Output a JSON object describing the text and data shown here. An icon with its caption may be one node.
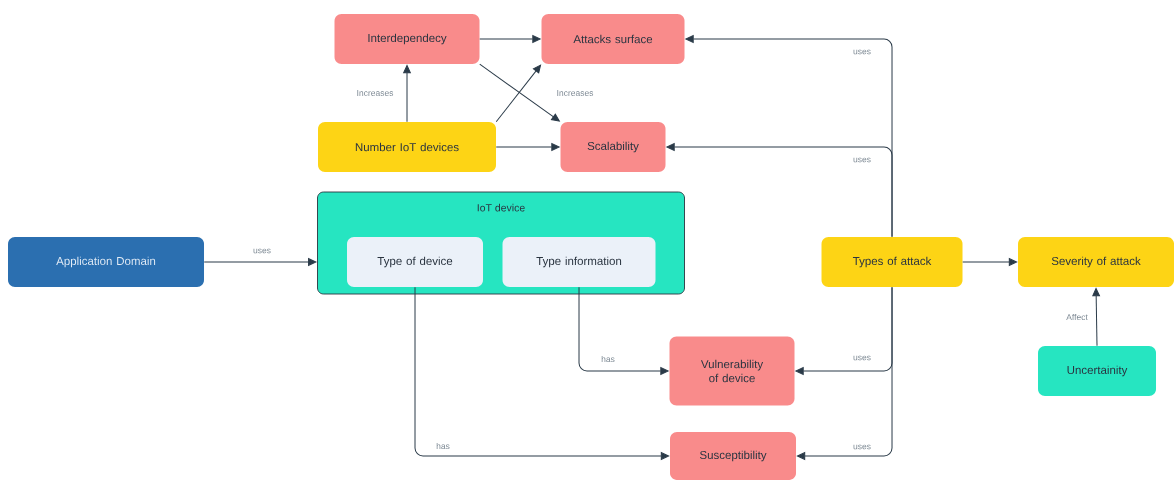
{
  "diagram": {
    "nodes": [
      {
        "text": [
          "Interdependecy"
        ]
      },
      {
        "text": [
          "Attacks surface"
        ]
      },
      {
        "text": [
          "Number IoT devices"
        ]
      },
      {
        "text": [
          "Scalability"
        ]
      },
      {
        "text": [
          "Application Domain"
        ]
      },
      {
        "text": [
          "IoT device"
        ]
      },
      {
        "text": [
          "Type of device"
        ],
        "in": 5
      },
      {
        "text": [
          "Type information"
        ],
        "in": 5
      },
      {
        "text": [
          "Types of attack"
        ]
      },
      {
        "text": [
          "Severity of attack"
        ]
      },
      {
        "text": [
          "Vulnerability of device"
        ]
      },
      {
        "text": [
          "Susceptibility"
        ]
      },
      {
        "text": [
          "Uncertainity"
        ]
      }
    ],
    "edges": [
      {
        "from": 2,
        "to": 0,
        "arrow": "to",
        "label": "Increases"
      },
      {
        "from": 0,
        "to": 1,
        "arrow": "to"
      },
      {
        "from": 0,
        "to": 3,
        "arrow": "to"
      },
      {
        "from": 2,
        "to": 1,
        "arrow": "to",
        "label": "Increases"
      },
      {
        "from": 2,
        "to": 3,
        "arrow": "to"
      },
      {
        "from": 4,
        "to": 5,
        "arrow": "to",
        "label": "uses"
      },
      {
        "from": 8,
        "to": 1,
        "arrow": "to",
        "label": "uses"
      },
      {
        "from": 8,
        "to": 3,
        "arrow": "to",
        "label": "uses"
      },
      {
        "from": 8,
        "to": 9,
        "arrow": "to"
      },
      {
        "from": 12,
        "to": 9,
        "arrow": "to",
        "label": "Affect"
      },
      {
        "from": 7,
        "to": 10,
        "arrow": "to",
        "label": "has"
      },
      {
        "from": 6,
        "to": 11,
        "arrow": "to",
        "label": "has"
      },
      {
        "from": 8,
        "to": 10,
        "arrow": "to",
        "label": "uses"
      },
      {
        "from": 8,
        "to": 11,
        "arrow": "to",
        "label": "uses"
      }
    ]
  }
}
